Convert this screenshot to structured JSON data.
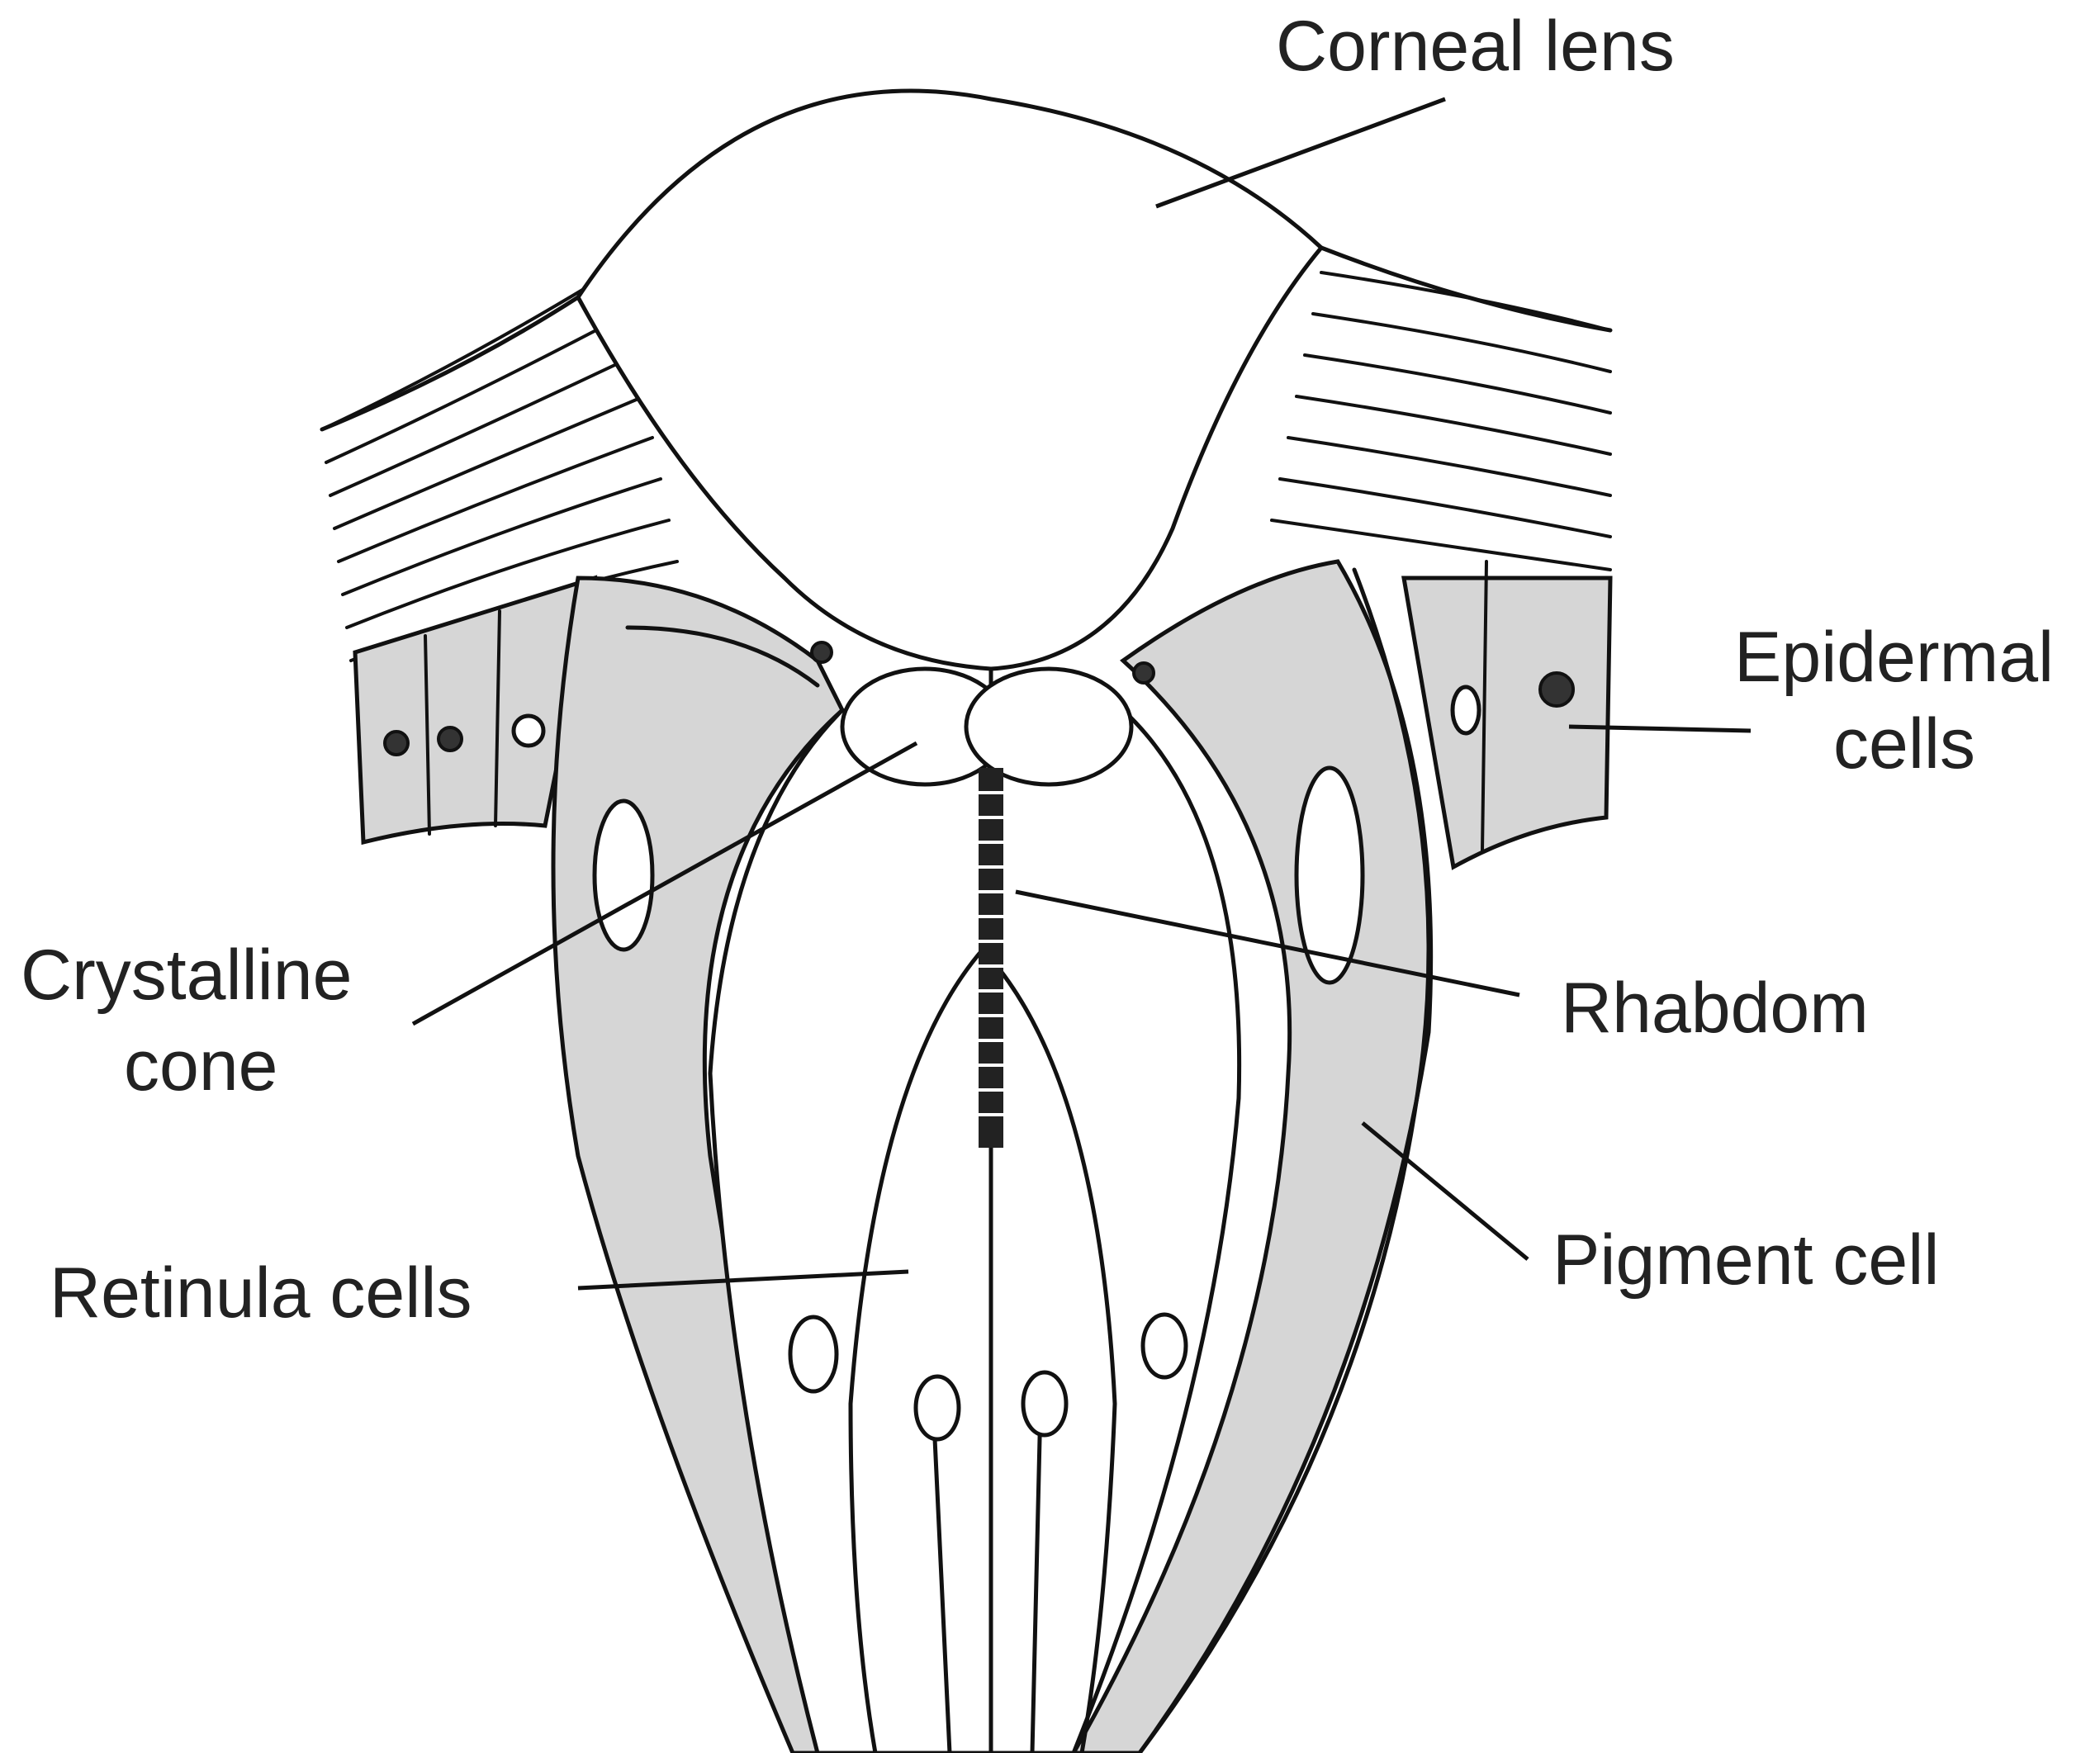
{
  "labels": {
    "corneal_lens": "Corneal lens",
    "epidermal_cells_line1": "Epidermal",
    "epidermal_cells_line2": "cells",
    "crystalline_cone_line1": "Crystalline",
    "crystalline_cone_line2": "cone",
    "rhabdom": "Rhabdom",
    "pigment_cell": "Pigment cell",
    "retinula_cells": "Retinula cells"
  },
  "colors": {
    "ink": "#111111",
    "shading": "#d6d6d6",
    "background": "#ffffff"
  }
}
